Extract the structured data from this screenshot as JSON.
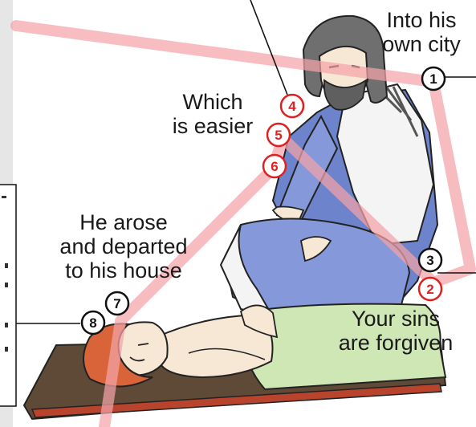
{
  "labels": {
    "into_city_line1": "Into his",
    "into_city_line2": "own city",
    "which_line1": "Which",
    "which_line2": "is easier",
    "arose_line1": "He arose",
    "arose_line2": "and departed",
    "arose_line3": "to his house",
    "sins_line1": "Your sins",
    "sins_line2": "are forgiven"
  },
  "markers": [
    {
      "number": "1",
      "color": "#111111"
    },
    {
      "number": "2",
      "color": "#e02020"
    },
    {
      "number": "3",
      "color": "#111111"
    },
    {
      "number": "4",
      "color": "#e02020"
    },
    {
      "number": "5",
      "color": "#e02020"
    },
    {
      "number": "6",
      "color": "#e02020"
    },
    {
      "number": "7",
      "color": "#111111"
    },
    {
      "number": "8",
      "color": "#111111"
    }
  ],
  "colors": {
    "path_highlight": "#f4a3a8",
    "robe_blue": "#7f93d6",
    "robe_white": "#f4f4f4",
    "hair": "#6f6f6f",
    "skin": "#f7e7d5",
    "blanket": "#cfe6b5",
    "mat": "#5e4a36",
    "paralytic_hair": "#d9643a"
  }
}
